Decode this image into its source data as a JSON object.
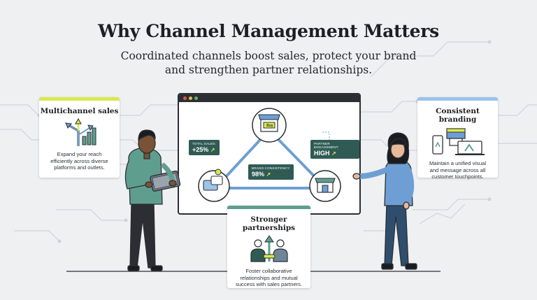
{
  "header": {
    "title": "Why Channel Management Matters",
    "subtitle_line1": "Coordinated channels boost sales, protect your brand",
    "subtitle_line2": "and strengthen partner relationships."
  },
  "cards": {
    "multichannel": {
      "title": "Multichannel sales",
      "desc": [
        "Expand your reach",
        "efficiently across diverse",
        "platforms and outlets."
      ],
      "accent": "#d9e84e"
    },
    "branding": {
      "title": "Consistent branding",
      "desc": [
        "Maintain a unified visual",
        "and message across all",
        "customer touchpoints."
      ],
      "accent": "#9cc3e8"
    },
    "partnerships": {
      "title": "Stronger partnerships",
      "desc": [
        "Foster collaborative",
        "relationships and mutual",
        "success with sales partners."
      ],
      "accent": "#5f9e8f"
    }
  },
  "dashboard": {
    "store_sign": "Buy",
    "total_sales": {
      "label": "TOTAL SALES:",
      "value": "+25%"
    },
    "brand_consistency": {
      "label": "BRAND CONSISTENCY:",
      "value": "98%"
    },
    "partner_engagement": {
      "label": "PARTNER ENGAGEMENT:",
      "value": "HIGH"
    }
  },
  "icons": {
    "multichannel": "branching-arrows-chart-icon",
    "branding": "multi-device-brand-icon",
    "partnerships": "handshake-growth-people-icon",
    "store": "storefront-icon",
    "chat": "chat-bubbles-person-icon"
  },
  "colors": {
    "background": "#eff0f2",
    "teal": "#2f5b54",
    "lime": "#d9e84e",
    "blue": "#6e9fd4"
  }
}
